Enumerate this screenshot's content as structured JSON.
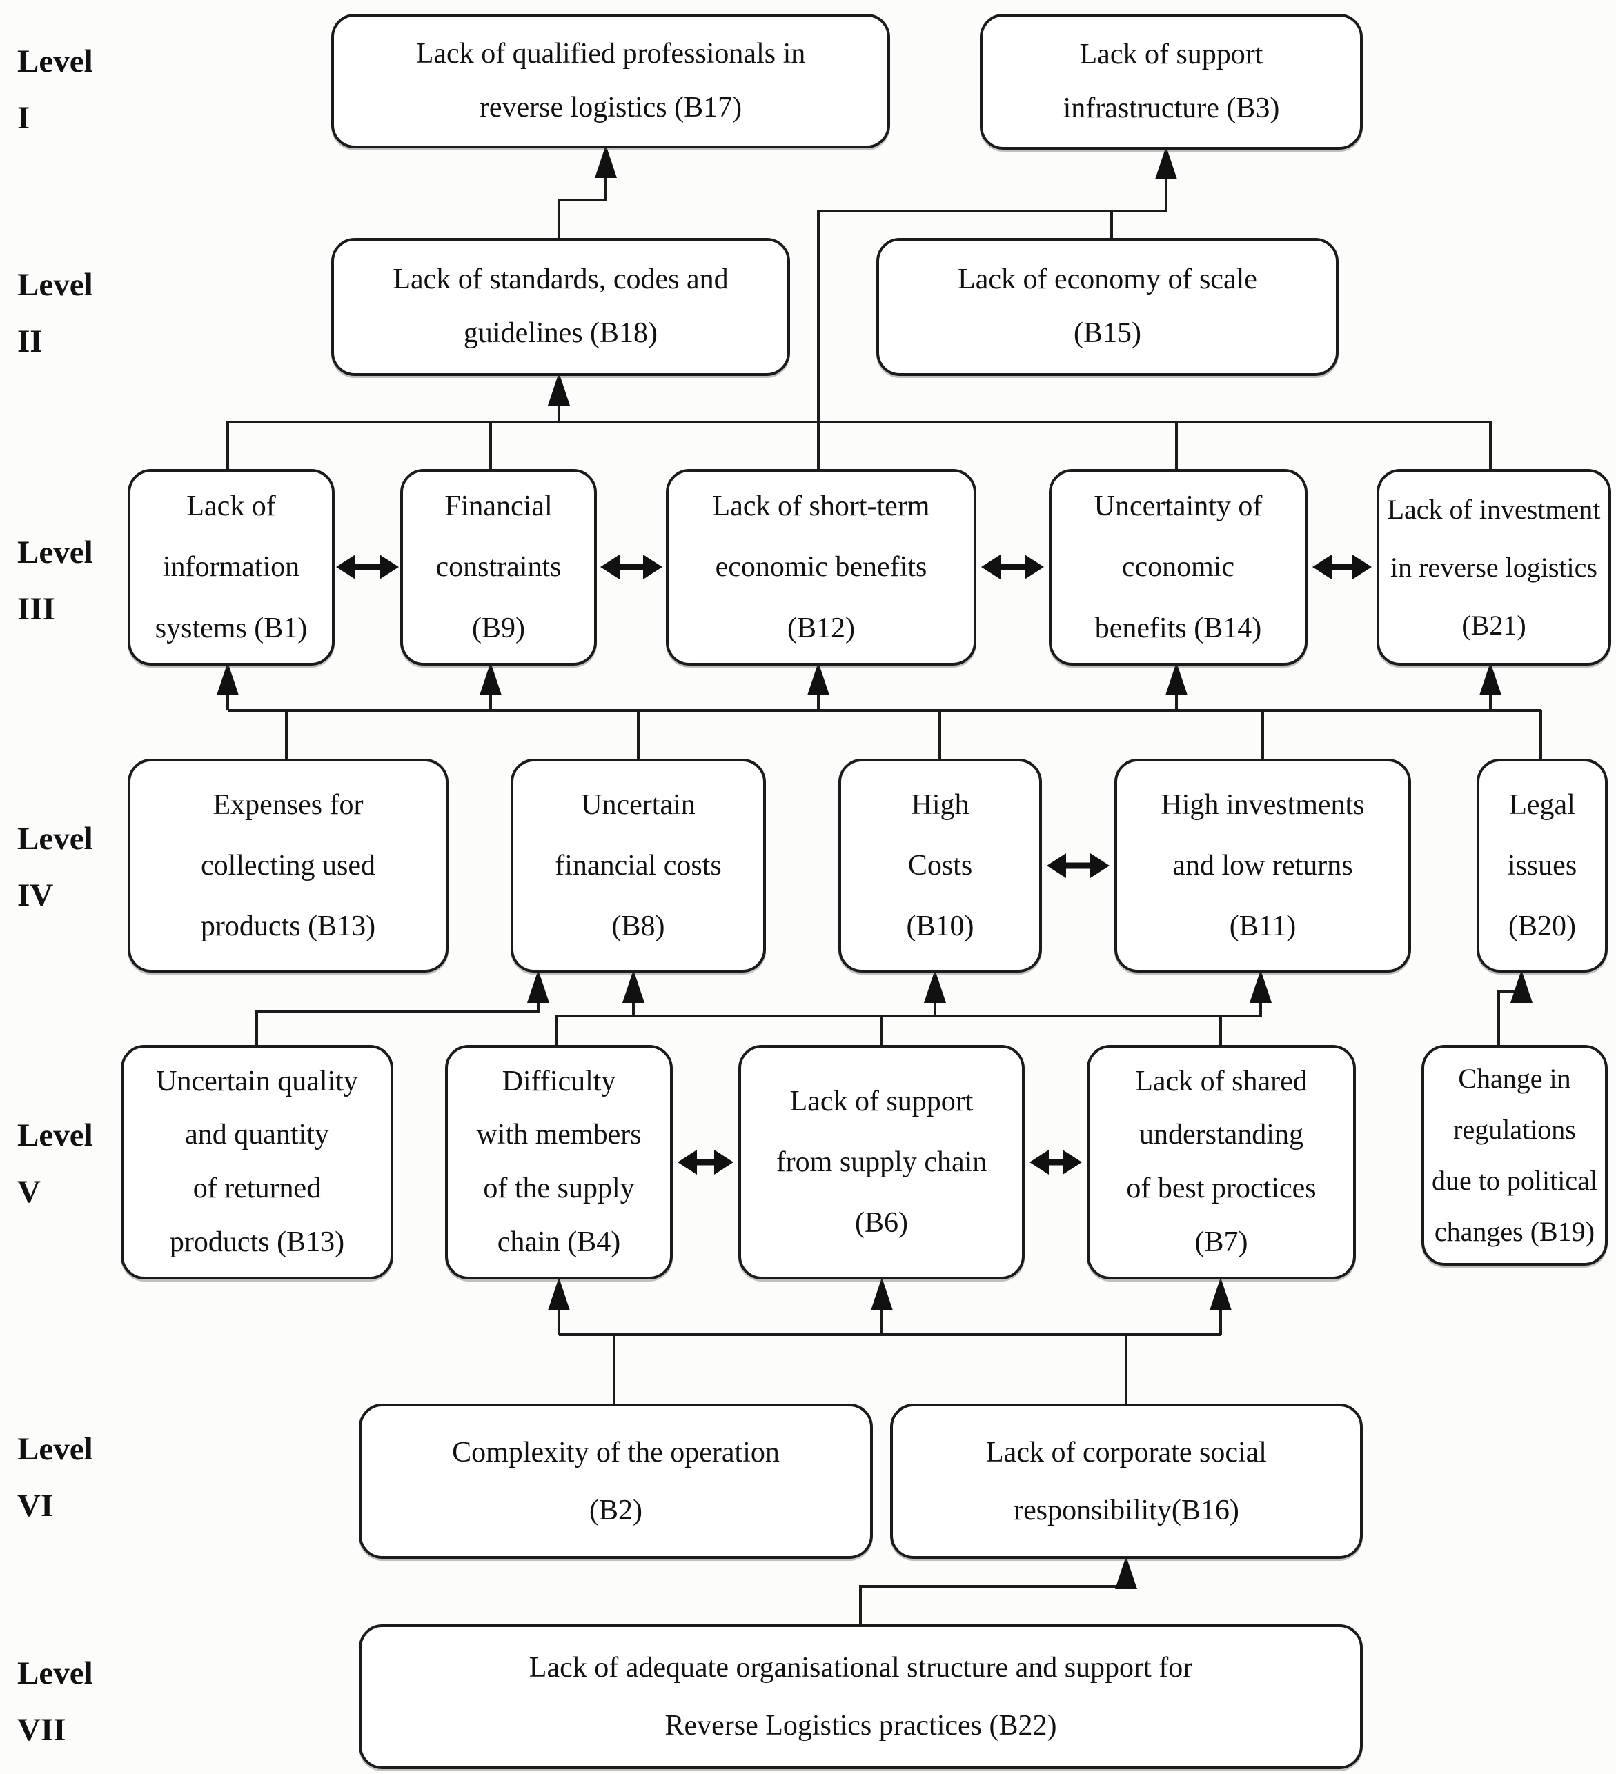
{
  "levels": [
    {
      "word": "Level",
      "numeral": "I"
    },
    {
      "word": "Level",
      "numeral": "II"
    },
    {
      "word": "Level",
      "numeral": "III"
    },
    {
      "word": "Level",
      "numeral": "IV"
    },
    {
      "word": "Level",
      "numeral": "V"
    },
    {
      "word": "Level",
      "numeral": "VI"
    },
    {
      "word": "Level",
      "numeral": "VII"
    }
  ],
  "boxes": {
    "B17": {
      "text": "Lack of qualified professionals in\nreverse logistics (B17)"
    },
    "B3": {
      "text": "Lack of support\ninfrastructure (B3)"
    },
    "B18": {
      "text": "Lack of standards, codes and\nguidelines (B18)"
    },
    "B15": {
      "text": "Lack of economy of scale\n(B15)"
    },
    "B1": {
      "text": "Lack of\ninformation\nsystems (B1)"
    },
    "B9": {
      "text": "Financial\nconstraints\n(B9)"
    },
    "B12": {
      "text": "Lack of short-term\neconomic benefits\n(B12)"
    },
    "B14": {
      "text": "Uncertainty of\ncconomic\nbenefits (B14)"
    },
    "B21": {
      "text": "Lack of investment\nin reverse logistics\n(B21)"
    },
    "B13_IV": {
      "text": "Expenses for\ncollecting used\nproducts (B13)"
    },
    "B8": {
      "text": "Uncertain\nfinancial costs\n(B8)"
    },
    "B10": {
      "text": "High\nCosts\n(B10)"
    },
    "B11": {
      "text": "High investments\nand low returns\n(B11)"
    },
    "B20": {
      "text": "Legal\nissues\n(B20)"
    },
    "B13_V": {
      "text": "Uncertain quality\nand quantity\nof returned\nproducts (B13)"
    },
    "B4": {
      "text": "Difficulty\nwith members\nof the supply\nchain (B4)"
    },
    "B6": {
      "text": "Lack of support\nfrom supply chain\n(B6)"
    },
    "B7": {
      "text": "Lack of shared\nunderstanding\nof best proctices\n(B7)"
    },
    "B19": {
      "text": "Change in\nregulations\ndue to political\nchanges (B19)"
    },
    "B2": {
      "text": "Complexity of the operation\n(B2)"
    },
    "B16": {
      "text": "Lack of corporate social\nresponsibility(B16)"
    },
    "B22": {
      "text": "Lack of adequate organisational structure and support for\nReverse Logistics practices (B22)"
    }
  },
  "edges": [
    "B18 -> B17",
    "B12 -> B3",
    "B15 -> B3",
    "B1,B9,B12,B14,B21 -> B18",
    "B13,B8,B10,B11,B20 -> B1,B9,B12,B14,B21",
    "B13(V) -> B8",
    "B4,B6,B7 -> B8,B10,B11",
    "B19 -> B20",
    "B2,B16 -> B4,B6,B7",
    "B22 -> B16",
    "B1 <-> B9",
    "B9 <-> B12",
    "B12 <-> B14",
    "B14 <-> B21",
    "B10 <-> B11",
    "B4 <-> B6",
    "B6 <-> B7"
  ],
  "colors": {
    "line": "#1b1b1b",
    "box_bg": "#ffffff",
    "text": "#111111",
    "background": "#fcfcfb"
  }
}
